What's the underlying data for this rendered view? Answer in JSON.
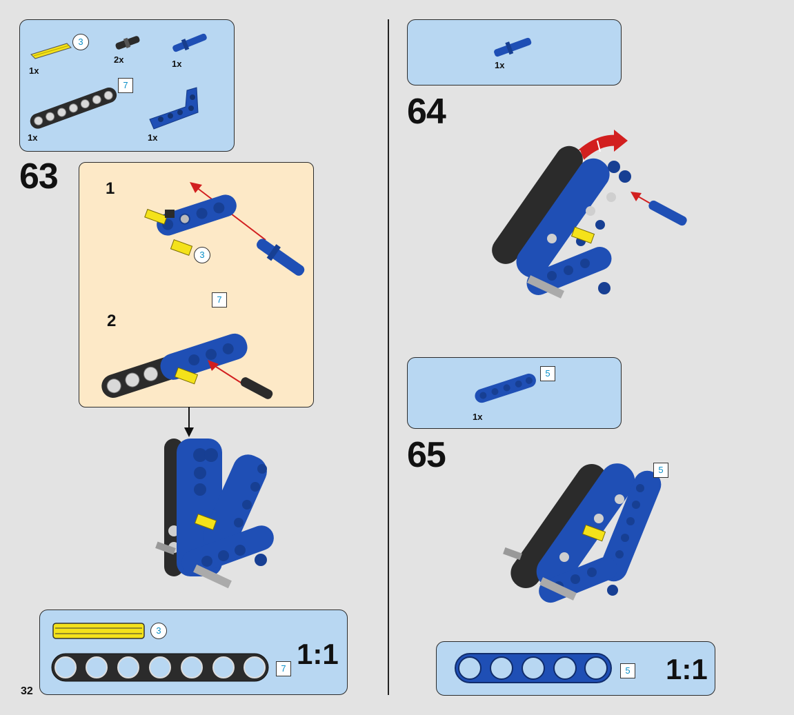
{
  "page_number": "32",
  "left": {
    "parts_box": {
      "items": [
        {
          "name": "yellow-axle",
          "qty": "1x",
          "callout": "3"
        },
        {
          "name": "black-pin",
          "qty": "2x"
        },
        {
          "name": "blue-pin",
          "qty": "1x"
        },
        {
          "name": "black-beam",
          "qty": "1x",
          "callout": "7"
        },
        {
          "name": "blue-angle-beam",
          "qty": "1x"
        }
      ]
    },
    "step63": {
      "number": "63",
      "substep1": "1",
      "substep2": "2",
      "callout_axle": "3",
      "callout_beam": "7"
    },
    "scale_box": {
      "axle_callout": "3",
      "beam_callout": "7",
      "ratio": "1:1"
    }
  },
  "right": {
    "parts_box_64": {
      "qty": "1x"
    },
    "step64": {
      "number": "64"
    },
    "parts_box_65": {
      "qty": "1x",
      "callout": "5"
    },
    "step65": {
      "number": "65",
      "callout": "5"
    },
    "scale_box": {
      "beam_callout": "5",
      "ratio": "1:1"
    }
  },
  "colors": {
    "page_bg": "#e3e3e3",
    "parts_box_bg": "#b8d7f2",
    "substep_bg": "#fde9c7",
    "lego_blue": "#1f4fb5",
    "lego_black": "#2b2b2b",
    "lego_yellow": "#f4e21a",
    "arrow_red": "#d21f1f",
    "callout_text": "#0a8fc8"
  }
}
